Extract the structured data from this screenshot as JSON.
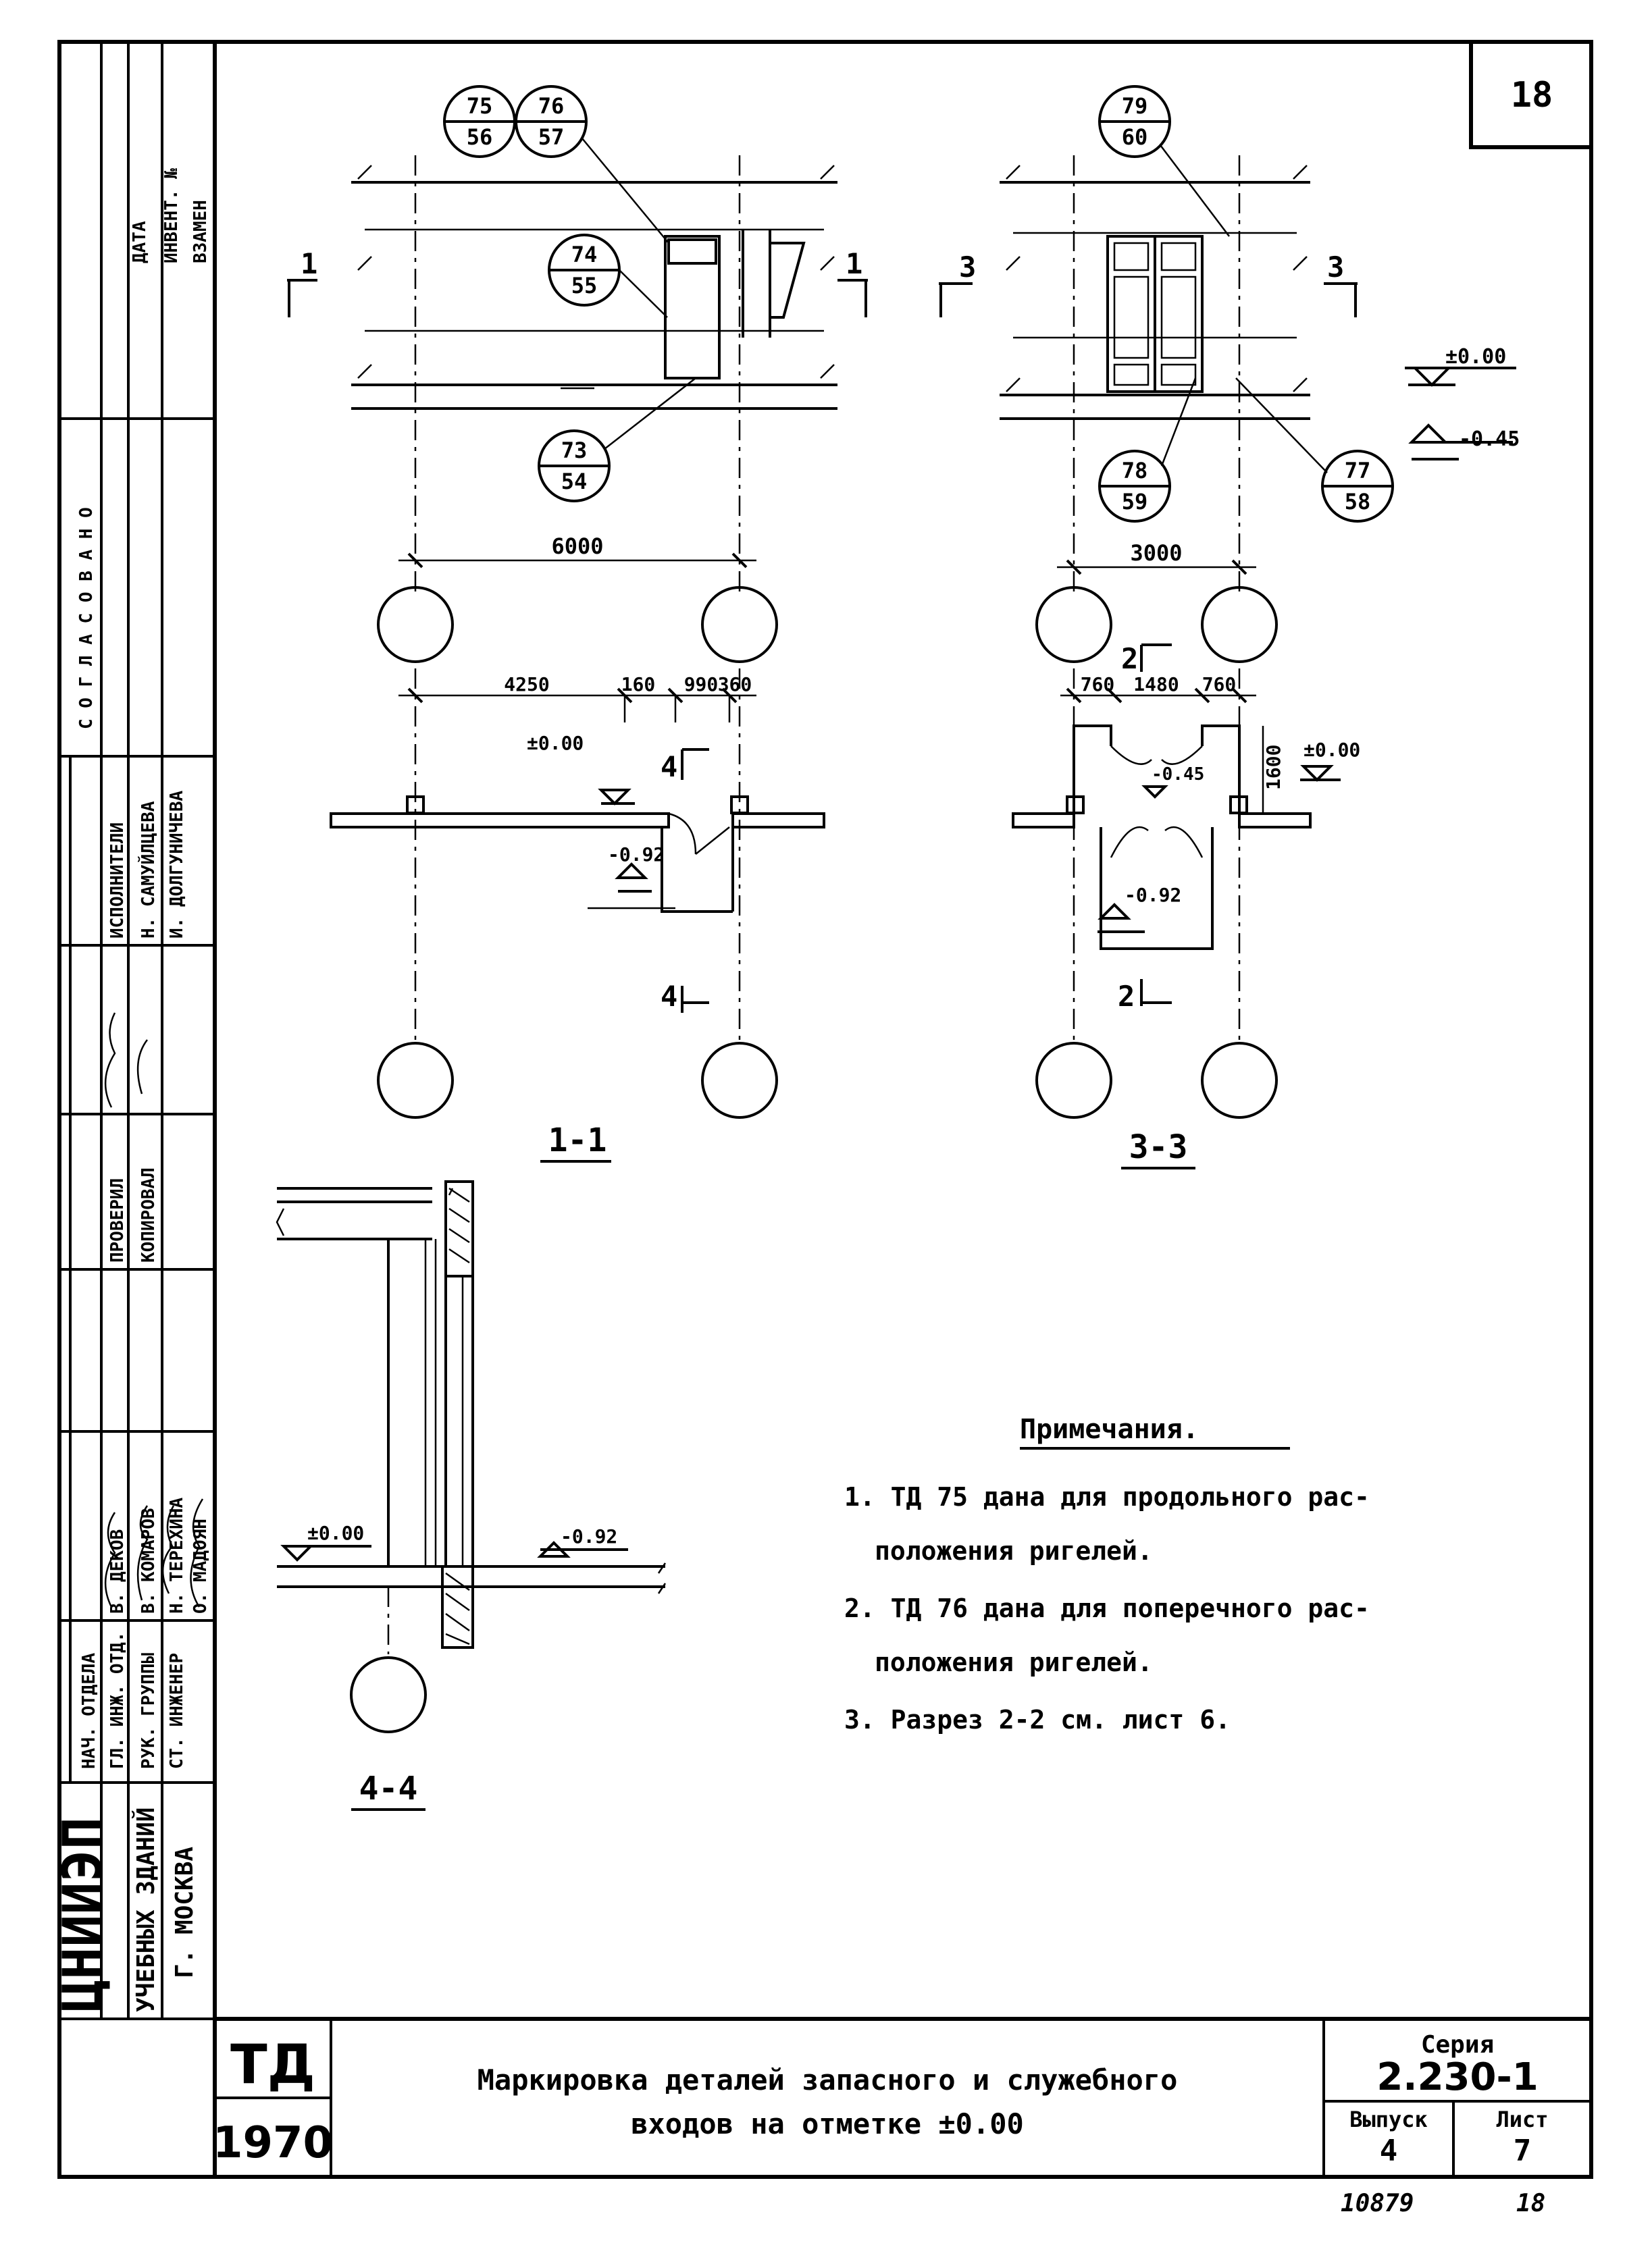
{
  "sheet": {
    "sheet_corner_number": "18",
    "bottom_left_handwritten_1": "10879",
    "bottom_left_handwritten_2": "18"
  },
  "side_stamp": {
    "fields": [
      "ДАТА",
      "ИНВЕНТ. №",
      "ВЗАМЕН"
    ],
    "agreed": "С О Г Л А С О В А Н О",
    "roles": [
      "НАЧ. ОТДЕЛА",
      "ГЛ. ИНЖ. ОТД.",
      "РУК. ГРУППЫ",
      "СТ. ИНЖЕНЕР",
      "ПРОВЕРИЛ",
      "КОПИРОВАЛ",
      "ИСПОЛНИТЕЛИ"
    ],
    "names": [
      "В. ДЕКОВ",
      "В. КОМАРОВ",
      "Н. ТЕРЕХИНА",
      "О. МАДОЯН",
      "Н. САМУЙЛЦЕВА",
      "И. ДОЛГУНИЧЕВА"
    ],
    "org_logo": "ЦНИИЭП",
    "org_line1": "УЧЕБНЫХ ЗДАНИЙ",
    "org_line2": "Г. МОСКВА"
  },
  "elevations": {
    "tag_1_left": "1",
    "tag_1_right": "1",
    "tag_3_left": "3",
    "tag_3_right": "3",
    "left_dim": "6000",
    "right_dim": "3000",
    "level_top": "±0.00",
    "level_bottom": "-0.45",
    "callouts": [
      {
        "top": "75",
        "bottom": "56"
      },
      {
        "top": "76",
        "bottom": "57"
      },
      {
        "top": "74",
        "bottom": "55"
      },
      {
        "top": "73",
        "bottom": "54"
      },
      {
        "top": "79",
        "bottom": "60"
      },
      {
        "top": "78",
        "bottom": "59"
      },
      {
        "top": "77",
        "bottom": "58"
      }
    ]
  },
  "plans": {
    "left_dims": [
      "4250",
      "160",
      "990",
      "360"
    ],
    "right_dims": [
      "760",
      "1480",
      "760"
    ],
    "right_dim_vert": "1600",
    "lvl_000_left": "±0.00",
    "lvl_092_left": "-0.92",
    "lvl_000_right": "±0.00",
    "lvl_045_right": "-0.45",
    "lvl_092_right": "-0.92",
    "cut_4_top": "4",
    "cut_4_bottom": "4",
    "cut_2_top": "2",
    "cut_2_bottom": "2",
    "label_left": "1-1",
    "label_right": "3-3"
  },
  "section44": {
    "lvl_a": "±0.00",
    "lvl_b": "-0.92",
    "label": "4-4"
  },
  "notes": {
    "title": "Примечания.",
    "items": [
      "1. ТД 75 дана для продольного рас-",
      "положения ригелей.",
      "2. ТД 76 дана для поперечного рас-",
      "положения ригелей.",
      "3. Разрез 2-2 см. лист 6."
    ]
  },
  "title_block": {
    "code": "ТД",
    "year": "1970",
    "title_line1": "Маркировка деталей запасного и служебного",
    "title_line2": "входов на отметке ±0.00",
    "series_label": "Серия",
    "series_value": "2.230-1",
    "issue_label": "Выпуск",
    "issue_value": "4",
    "sheet_label": "Лист",
    "sheet_value": "7"
  }
}
